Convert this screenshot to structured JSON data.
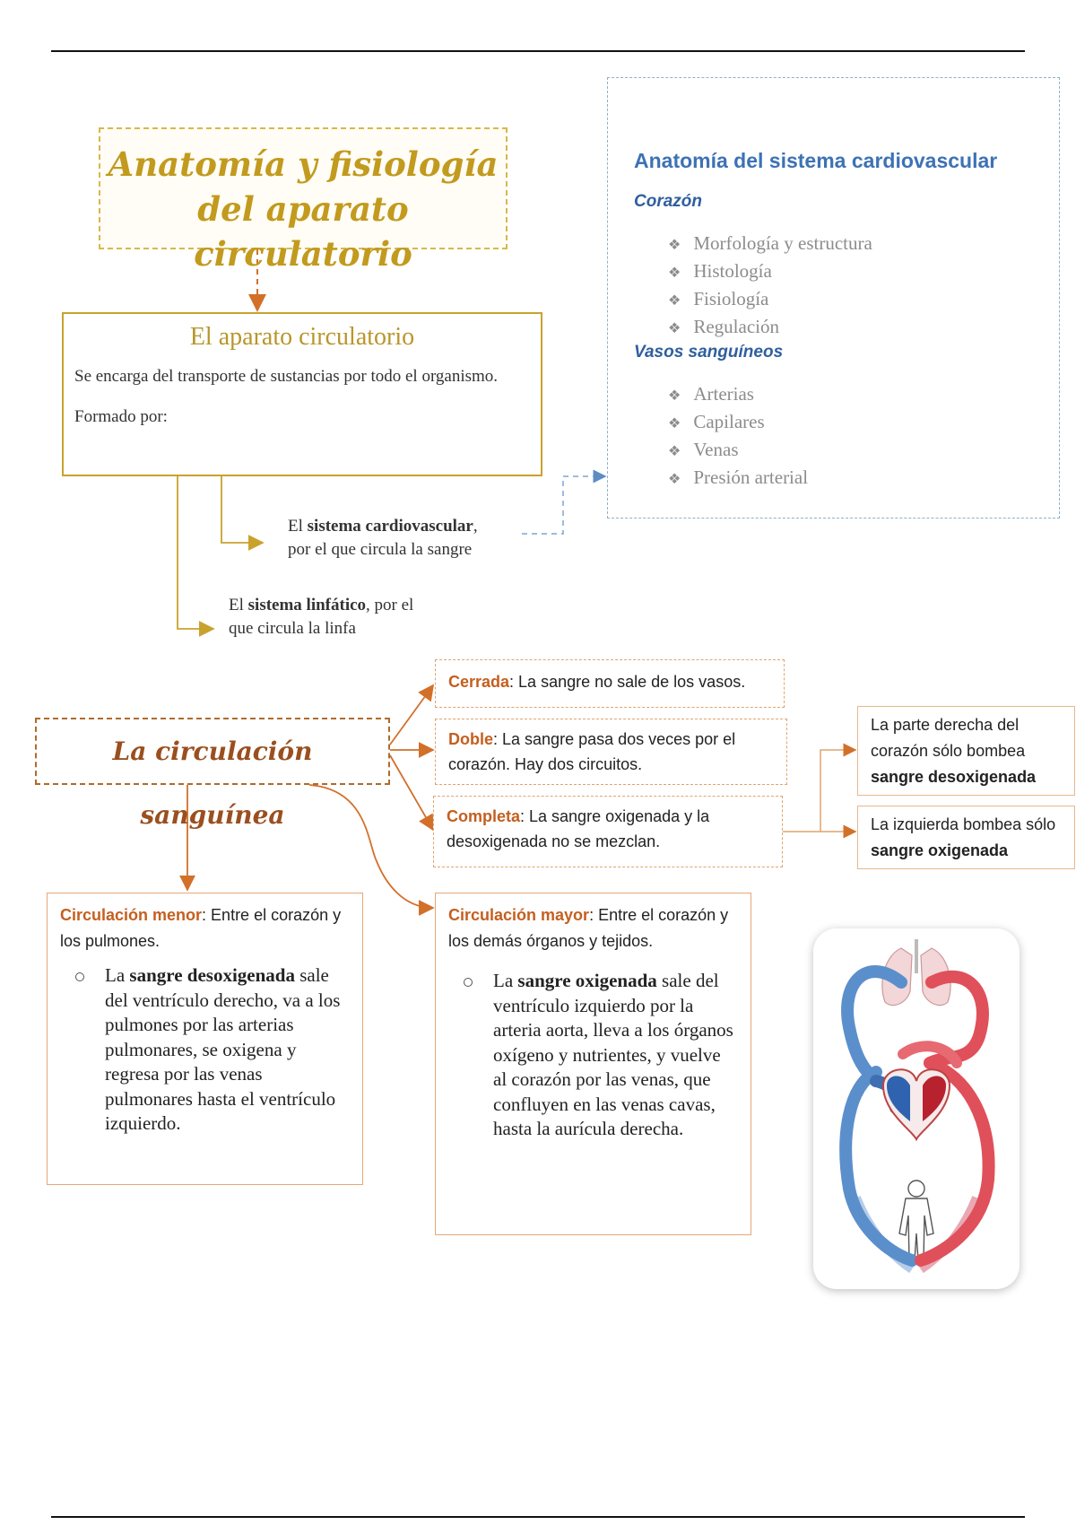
{
  "title": {
    "line1": "Anatomía y fisiología",
    "line2": "del aparato circulatorio"
  },
  "aparato": {
    "heading": "El aparato circulatorio",
    "description": "Se encarga del transporte de sustancias por todo el organismo.",
    "formed_by": "Formado por:"
  },
  "anatomy": {
    "heading": "Anatomía del sistema cardiovascular",
    "heart": {
      "heading": "Corazón",
      "items": [
        "Morfología y estructura",
        "Histología",
        "Fisiología",
        "Regulación"
      ]
    },
    "vessels": {
      "heading": "Vasos sanguíneos",
      "items": [
        "Arterias",
        "Capilares",
        "Venas",
        "Presión arterial"
      ]
    },
    "bullet_glyph": "❖"
  },
  "systems": {
    "cardio": {
      "pre": "El ",
      "bold": "sistema cardiovascular",
      "post": ",",
      "line2": "por el que circula la sangre"
    },
    "linfa": {
      "pre": "El ",
      "bold": "sistema linfático",
      "post": ", por el",
      "line2": "que circula la linfa"
    }
  },
  "circulation": {
    "title": "La circulación sanguínea",
    "cerrada": {
      "label": "Cerrada",
      "text": ": La sangre no sale de los vasos."
    },
    "doble": {
      "label": "Doble",
      "text": ": La sangre pasa dos veces por el corazón. Hay dos circuitos."
    },
    "completa": {
      "label": "Completa",
      "text": ": La sangre oxigenada y la desoxigenada no se mezclan."
    },
    "derecha": {
      "text": "La parte derecha del corazón sólo bombea ",
      "bold": "sangre desoxigenada"
    },
    "izquierda": {
      "text": "La izquierda bombea sólo ",
      "bold": "sangre oxigenada"
    },
    "menor": {
      "label": "Circulación menor",
      "intro": ": Entre el corazón y los pulmones.",
      "bullet_pre": "La ",
      "bullet_bold": "sangre desoxigenada",
      "bullet_text": " sale del ventrículo derecho, va a los pulmones por las arterias pulmonares, se oxigena y regresa por las venas pulmonares hasta el ventrículo izquierdo."
    },
    "mayor": {
      "label": "Circulación mayor",
      "intro": ": Entre el corazón y los demás órganos y tejidos.",
      "bullet_pre": "La ",
      "bullet_bold": "sangre oxigenada",
      "bullet_text": " sale del ventrículo izquierdo por la arteria aorta, lleva a los órganos oxígeno y nutrientes, y vuelve al corazón por las venas, que confluyen en las venas cavas, hasta la aurícula derecha."
    }
  },
  "colors": {
    "gold": "#c29a1e",
    "blue": "#3d72b5",
    "orange": "#c45f1f",
    "brown": "#9a4f1f",
    "artery_red": "#e0505a",
    "vein_blue": "#4f86c6"
  }
}
